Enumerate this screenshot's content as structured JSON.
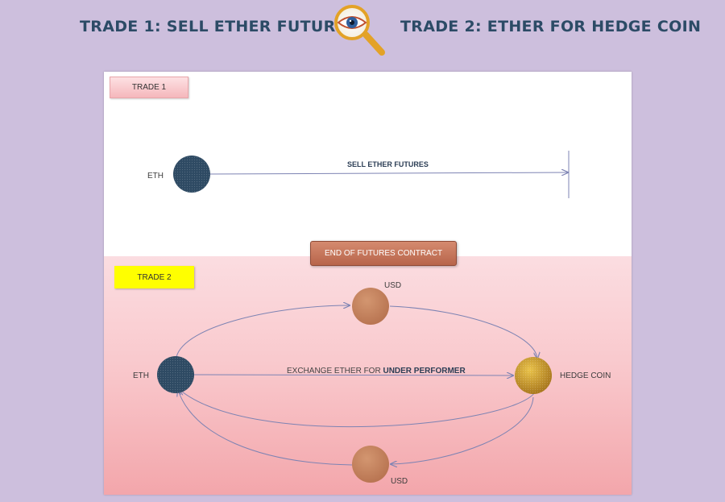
{
  "header": {
    "left_title": "TRADE 1: SELL ETHER FUTURES",
    "right_title": "TRADE 2: ETHER FOR HEDGE COIN",
    "icon": "eye-magnifier-icon"
  },
  "trade1": {
    "tag": "TRADE 1",
    "eth_label": "ETH",
    "arrow_label": "SELL ETHER FUTURES"
  },
  "transition": {
    "label": "END OF FUTURES CONTRACT"
  },
  "trade2": {
    "tag": "TRADE 2",
    "eth_label": "ETH",
    "hedge_label": "HEDGE COIN",
    "usd_top_label": "USD",
    "usd_bottom_label": "USD",
    "exchange_label_prefix": "EXCHANGE ETHER FOR ",
    "exchange_label_bold": "UNDER PERFORMER"
  },
  "colors": {
    "background": "#cdbfdd",
    "title_text": "#2c4b66",
    "eth_node": "#2e4a63",
    "usd_node": "#c8845f",
    "hedge_node": "#c9a234",
    "trade2_tag": "#ffff00",
    "transition_box": "#c57256",
    "arrows": "#7d83b3"
  }
}
